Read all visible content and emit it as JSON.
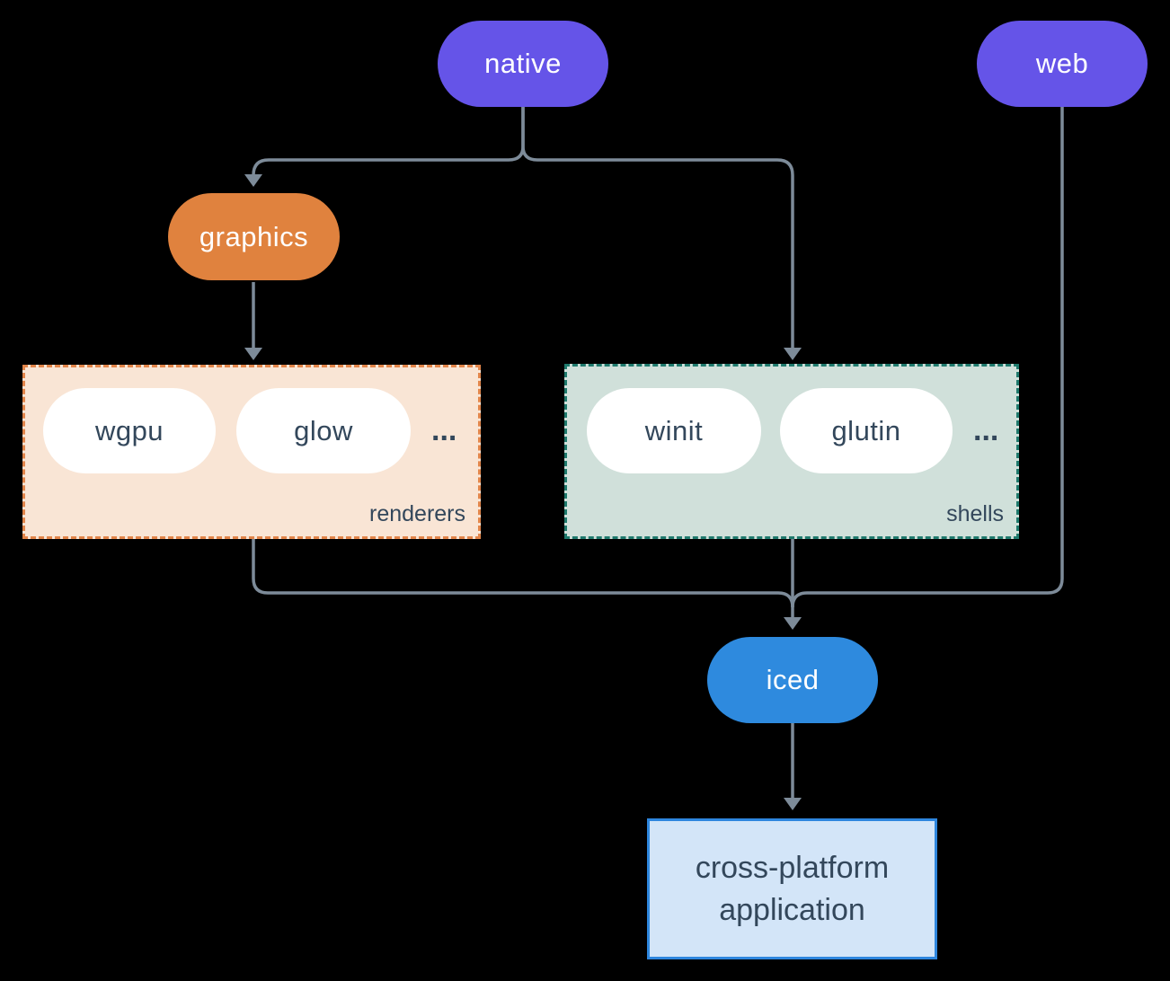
{
  "palette": {
    "background": "#000000",
    "node_purple": "#6554e8",
    "node_orange": "#e0823e",
    "node_blue": "#2e8ade",
    "pill_white": "#ffffff",
    "ink_text": "#33475b",
    "connector": "#7d8b99",
    "renderers_bg": "#f9e5d5",
    "renderers_border": "#e2854a",
    "shells_bg": "#d0e0da",
    "shells_border": "#1f7a6d",
    "app_bg": "#d3e5f8",
    "app_border": "#2e86de"
  },
  "nodes": {
    "native": {
      "label": "native"
    },
    "web": {
      "label": "web"
    },
    "graphics": {
      "label": "graphics"
    },
    "wgpu": {
      "label": "wgpu"
    },
    "glow": {
      "label": "glow"
    },
    "winit": {
      "label": "winit"
    },
    "glutin": {
      "label": "glutin"
    },
    "iced": {
      "label": "iced"
    }
  },
  "groups": {
    "renderers": {
      "label": "renderers",
      "more": "..."
    },
    "shells": {
      "label": "shells",
      "more": "..."
    }
  },
  "application": {
    "line1": "cross-platform",
    "line2": "application"
  }
}
